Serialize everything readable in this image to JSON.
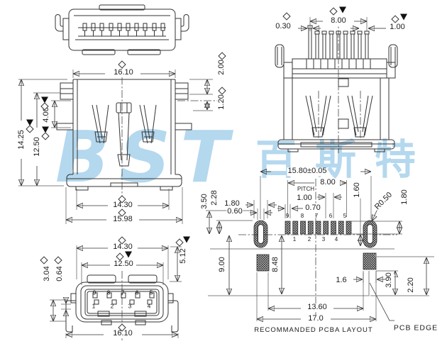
{
  "watermark": {
    "logo": "BST",
    "cn": "百斯特",
    "color": "#b4d8ee"
  },
  "front_view": {
    "w": "16.10",
    "ear": "2.00",
    "stub": "1.20",
    "pin": "4.00",
    "h1": "14.25",
    "h2": "12.50",
    "flange_w": "14.30",
    "overall_w": "15.98"
  },
  "rear_view": {
    "pin_w": "0.30",
    "pin_span": "8.00",
    "pin_end": "1.00"
  },
  "face_view": {
    "w1": "14.30",
    "w2": "12.50",
    "h1": "3.04",
    "h2": "0.64",
    "h3": "5.12",
    "w3": "16.10",
    "pins_top": [
      "9",
      "8",
      "7",
      "6",
      "5"
    ],
    "pins_bottom": [
      "1",
      "2",
      "3",
      "4"
    ]
  },
  "pcba": {
    "slot_span": "15.80±0.05",
    "pad_span": "8.00",
    "pitch_word": "PITCH",
    "pitch": "1.00",
    "pad_w": "0.70",
    "oval_w": "1.80",
    "slot_w": "0.60",
    "a228": "2.28",
    "a350": "3.50",
    "a160": "1.60",
    "r": "R0.50",
    "pad_len": "1.80",
    "d900": "9.00",
    "d848": "8.48",
    "d16": "1.6",
    "d390": "3.90",
    "d220": "2.20",
    "d1360": "13.60",
    "d170": "17.0",
    "title": "RECOMMANDED PCBA LAYOUT",
    "edge": "PCB EDGE",
    "pads_top": [
      "9",
      "8",
      "7",
      "6",
      "5"
    ],
    "pads_bottom": [
      "1",
      "2",
      "3",
      "4"
    ]
  },
  "icons": {
    "inspection_diamond": "diamond-marker",
    "inspection_triangle": "triangle-marker"
  }
}
